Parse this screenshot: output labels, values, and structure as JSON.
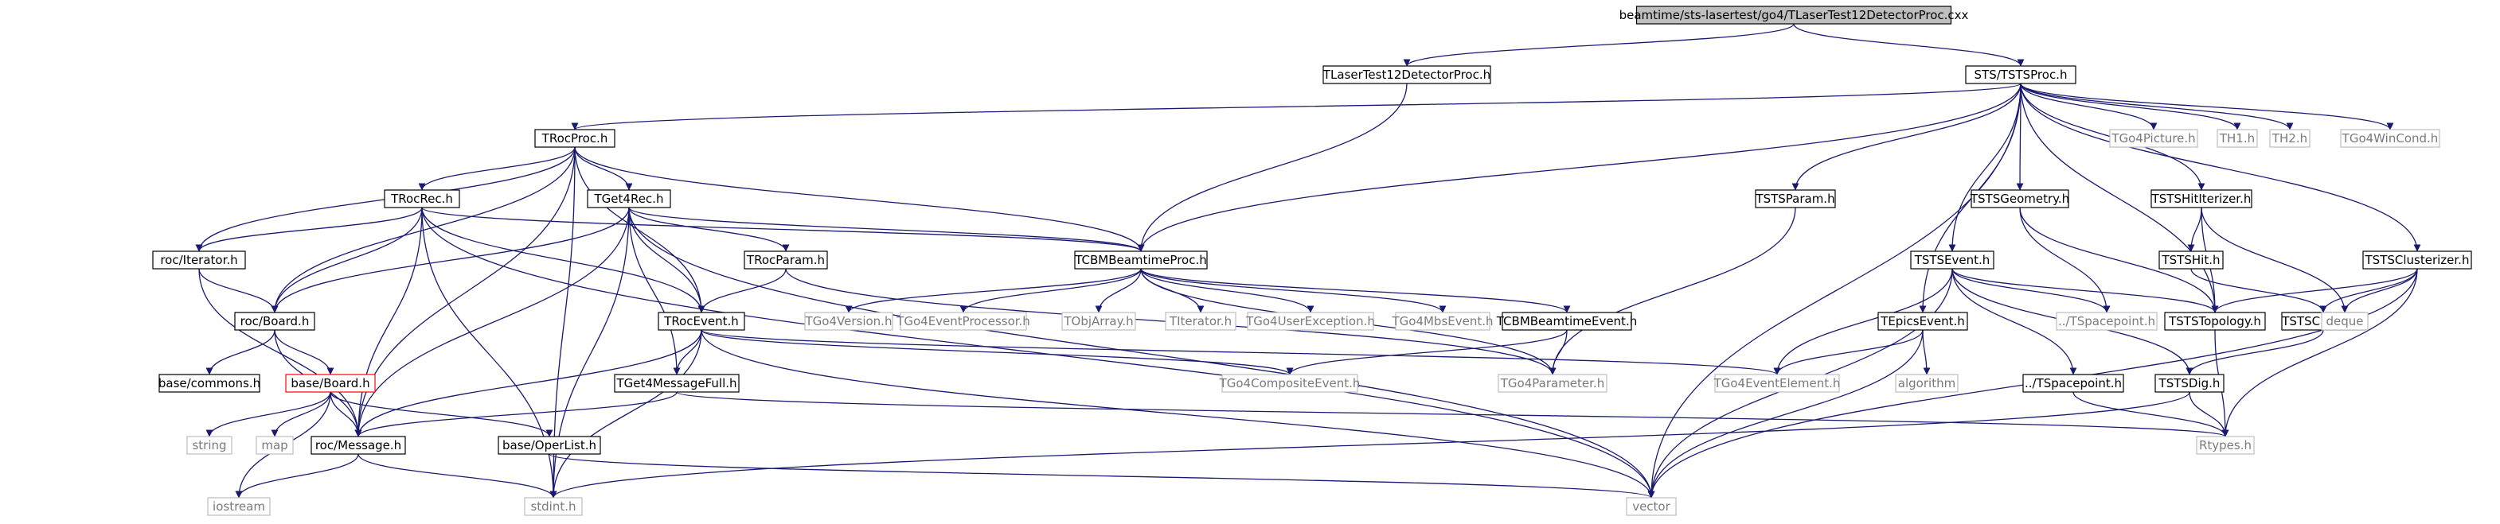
{
  "graph": {
    "colors": {
      "edge": "#191970",
      "main_fill": "#bfbfbf",
      "border": "#000000",
      "external_border": "#bfbfbf",
      "external_text": "#7a7a7a",
      "highlight_border": "#ff0000"
    },
    "nodes": [
      {
        "id": "main",
        "label": "beamtime/sts-lasertest/go4/TLaserTest12DetectorProc.cxx",
        "kind": "main"
      },
      {
        "id": "tlaser_h",
        "label": "TLaserTest12DetectorProc.h",
        "kind": "normal"
      },
      {
        "id": "stsproc_h",
        "label": "STS/TSTSProc.h",
        "kind": "normal"
      },
      {
        "id": "trocproc_h",
        "label": "TRocProc.h",
        "kind": "normal"
      },
      {
        "id": "trocrec_h",
        "label": "TRocRec.h",
        "kind": "normal"
      },
      {
        "id": "tget4rec_h",
        "label": "TGet4Rec.h",
        "kind": "normal"
      },
      {
        "id": "rociter_h",
        "label": "roc/Iterator.h",
        "kind": "normal"
      },
      {
        "id": "rocboard_h",
        "label": "roc/Board.h",
        "kind": "normal"
      },
      {
        "id": "basecommons_h",
        "label": "base/commons.h",
        "kind": "normal"
      },
      {
        "id": "baseboard_h",
        "label": "base/Board.h",
        "kind": "red"
      },
      {
        "id": "string",
        "label": "string",
        "kind": "external"
      },
      {
        "id": "map",
        "label": "map",
        "kind": "external"
      },
      {
        "id": "iostream",
        "label": "iostream",
        "kind": "external"
      },
      {
        "id": "rocmsg_h",
        "label": "roc/Message.h",
        "kind": "normal"
      },
      {
        "id": "baseoperlist_h",
        "label": "base/OperList.h",
        "kind": "normal"
      },
      {
        "id": "stdint_h",
        "label": "stdint.h",
        "kind": "external"
      },
      {
        "id": "trocparam_h",
        "label": "TRocParam.h",
        "kind": "normal"
      },
      {
        "id": "trocevent_h",
        "label": "TRocEvent.h",
        "kind": "normal"
      },
      {
        "id": "tget4msgfull_h",
        "label": "TGet4MessageFull.h",
        "kind": "normal"
      },
      {
        "id": "tcbmproc_h",
        "label": "TCBMBeamtimeProc.h",
        "kind": "normal"
      },
      {
        "id": "tgo4version_h",
        "label": "TGo4Version.h",
        "kind": "external"
      },
      {
        "id": "tgo4eventproc_h",
        "label": "TGo4EventProcessor.h",
        "kind": "external"
      },
      {
        "id": "tobjarray_h",
        "label": "TObjArray.h",
        "kind": "external"
      },
      {
        "id": "titerator_h",
        "label": "TIterator.h",
        "kind": "external"
      },
      {
        "id": "tgo4userexc_h",
        "label": "TGo4UserException.h",
        "kind": "external"
      },
      {
        "id": "tgo4mbsevent_h",
        "label": "TGo4MbsEvent.h",
        "kind": "external"
      },
      {
        "id": "tcbmevent_h",
        "label": "TCBMBeamtimeEvent.h",
        "kind": "normal"
      },
      {
        "id": "tgo4compevent_h",
        "label": "TGo4CompositeEvent.h",
        "kind": "external"
      },
      {
        "id": "tgo4param_h",
        "label": "TGo4Parameter.h",
        "kind": "external"
      },
      {
        "id": "tgo4evelem_h",
        "label": "TGo4EventElement.h",
        "kind": "external"
      },
      {
        "id": "vector",
        "label": "vector",
        "kind": "external"
      },
      {
        "id": "tstsparam_h",
        "label": "TSTSParam.h",
        "kind": "normal"
      },
      {
        "id": "tstsevent_h",
        "label": "TSTSEvent.h",
        "kind": "normal"
      },
      {
        "id": "tepicsevent_h",
        "label": "TEpicsEvent.h",
        "kind": "normal"
      },
      {
        "id": "algorithm",
        "label": "algorithm",
        "kind": "external"
      },
      {
        "id": "tspacepoint1_h",
        "label": "../TSpacepoint.h",
        "kind": "external"
      },
      {
        "id": "tspacepoint2_h",
        "label": "../TSpacepoint.h",
        "kind": "normal"
      },
      {
        "id": "tstsgeom_h",
        "label": "TSTSGeometry.h",
        "kind": "normal"
      },
      {
        "id": "tstshititer_h",
        "label": "TSTSHitIterizer.h",
        "kind": "normal"
      },
      {
        "id": "tstshit_h",
        "label": "TSTSHit.h",
        "kind": "normal"
      },
      {
        "id": "tststopo_h",
        "label": "TSTSTopology.h",
        "kind": "normal"
      },
      {
        "id": "tstscluster_h",
        "label": "TSTSCluster.h",
        "kind": "normal"
      },
      {
        "id": "tstsdig_h",
        "label": "TSTSDig.h",
        "kind": "normal"
      },
      {
        "id": "rttypes_h",
        "label": "Rtypes.h",
        "kind": "external"
      },
      {
        "id": "tstsclusterizer_h",
        "label": "TSTSClusterizer.h",
        "kind": "normal"
      },
      {
        "id": "deque",
        "label": "deque",
        "kind": "external"
      },
      {
        "id": "tgo4picture_h",
        "label": "TGo4Picture.h",
        "kind": "external"
      },
      {
        "id": "th1_h",
        "label": "TH1.h",
        "kind": "external"
      },
      {
        "id": "th2_h",
        "label": "TH2.h",
        "kind": "external"
      },
      {
        "id": "tgo4wincond_h",
        "label": "TGo4WinCond.h",
        "kind": "external"
      }
    ],
    "edges": [
      [
        "main",
        "tlaser_h"
      ],
      [
        "main",
        "stsproc_h"
      ],
      [
        "tlaser_h",
        "tcbmproc_h"
      ],
      [
        "stsproc_h",
        "trocproc_h"
      ],
      [
        "stsproc_h",
        "tcbmproc_h"
      ],
      [
        "stsproc_h",
        "tstsparam_h"
      ],
      [
        "stsproc_h",
        "tstsevent_h"
      ],
      [
        "stsproc_h",
        "tepicsevent_h"
      ],
      [
        "stsproc_h",
        "tstsgeom_h"
      ],
      [
        "stsproc_h",
        "tstshititer_h"
      ],
      [
        "stsproc_h",
        "tststopo_h"
      ],
      [
        "stsproc_h",
        "tstsclusterizer_h"
      ],
      [
        "stsproc_h",
        "tgo4picture_h"
      ],
      [
        "stsproc_h",
        "th1_h"
      ],
      [
        "stsproc_h",
        "th2_h"
      ],
      [
        "stsproc_h",
        "tgo4wincond_h"
      ],
      [
        "stsproc_h",
        "vector"
      ],
      [
        "trocproc_h",
        "trocrec_h"
      ],
      [
        "trocproc_h",
        "tget4rec_h"
      ],
      [
        "trocproc_h",
        "rociter_h"
      ],
      [
        "trocproc_h",
        "rocboard_h"
      ],
      [
        "trocproc_h",
        "rocmsg_h"
      ],
      [
        "trocproc_h",
        "stdint_h"
      ],
      [
        "trocproc_h",
        "trocevent_h"
      ],
      [
        "trocproc_h",
        "tcbmproc_h"
      ],
      [
        "trocrec_h",
        "rociter_h"
      ],
      [
        "trocrec_h",
        "rocboard_h"
      ],
      [
        "trocrec_h",
        "rocmsg_h"
      ],
      [
        "trocrec_h",
        "stdint_h"
      ],
      [
        "trocrec_h",
        "vector"
      ],
      [
        "trocrec_h",
        "trocevent_h"
      ],
      [
        "trocrec_h",
        "tcbmproc_h"
      ],
      [
        "tget4rec_h",
        "rocboard_h"
      ],
      [
        "tget4rec_h",
        "rocmsg_h"
      ],
      [
        "tget4rec_h",
        "stdint_h"
      ],
      [
        "tget4rec_h",
        "trocevent_h"
      ],
      [
        "tget4rec_h",
        "tget4msgfull_h"
      ],
      [
        "tget4rec_h",
        "trocparam_h"
      ],
      [
        "tget4rec_h",
        "tcbmproc_h"
      ],
      [
        "tget4rec_h",
        "vector"
      ],
      [
        "rociter_h",
        "rocboard_h"
      ],
      [
        "rociter_h",
        "rocmsg_h"
      ],
      [
        "rocboard_h",
        "basecommons_h"
      ],
      [
        "rocboard_h",
        "baseboard_h"
      ],
      [
        "rocboard_h",
        "rocmsg_h"
      ],
      [
        "baseboard_h",
        "string"
      ],
      [
        "baseboard_h",
        "map"
      ],
      [
        "baseboard_h",
        "iostream"
      ],
      [
        "baseboard_h",
        "rocmsg_h"
      ],
      [
        "baseboard_h",
        "baseoperlist_h"
      ],
      [
        "rocmsg_h",
        "iostream"
      ],
      [
        "rocmsg_h",
        "stdint_h"
      ],
      [
        "baseoperlist_h",
        "vector"
      ],
      [
        "trocparam_h",
        "trocevent_h"
      ],
      [
        "trocparam_h",
        "tgo4param_h"
      ],
      [
        "trocevent_h",
        "tget4msgfull_h"
      ],
      [
        "trocevent_h",
        "rocmsg_h"
      ],
      [
        "trocevent_h",
        "stdint_h"
      ],
      [
        "trocevent_h",
        "vector"
      ],
      [
        "trocevent_h",
        "tgo4compevent_h"
      ],
      [
        "trocevent_h",
        "tgo4evelem_h"
      ],
      [
        "tget4msgfull_h",
        "rocmsg_h"
      ],
      [
        "tget4msgfull_h",
        "rttypes_h"
      ],
      [
        "tcbmproc_h",
        "tgo4version_h"
      ],
      [
        "tcbmproc_h",
        "tgo4eventproc_h"
      ],
      [
        "tcbmproc_h",
        "tobjarray_h"
      ],
      [
        "tcbmproc_h",
        "titerator_h"
      ],
      [
        "tcbmproc_h",
        "tgo4userexc_h"
      ],
      [
        "tcbmproc_h",
        "tgo4mbsevent_h"
      ],
      [
        "tcbmproc_h",
        "tcbmevent_h"
      ],
      [
        "tcbmproc_h",
        "tgo4param_h"
      ],
      [
        "tcbmevent_h",
        "tgo4compevent_h"
      ],
      [
        "tcbmevent_h",
        "tgo4param_h"
      ],
      [
        "tstsparam_h",
        "tgo4param_h"
      ],
      [
        "tstsevent_h",
        "tgo4evelem_h"
      ],
      [
        "tstsevent_h",
        "vector"
      ],
      [
        "tstsevent_h",
        "tspacepoint1_h"
      ],
      [
        "tstsevent_h",
        "tststopo_h"
      ],
      [
        "tstsevent_h",
        "tspacepoint2_h"
      ],
      [
        "tstsevent_h",
        "tstsdig_h"
      ],
      [
        "tepicsevent_h",
        "tgo4evelem_h"
      ],
      [
        "tepicsevent_h",
        "algorithm"
      ],
      [
        "tepicsevent_h",
        "vector"
      ],
      [
        "tspacepoint2_h",
        "rttypes_h"
      ],
      [
        "tstsgeom_h",
        "tspacepoint1_h"
      ],
      [
        "tstsgeom_h",
        "tststopo_h"
      ],
      [
        "tstshititer_h",
        "tstshit_h"
      ],
      [
        "tstshititer_h",
        "tststopo_h"
      ],
      [
        "tstshititer_h",
        "deque"
      ],
      [
        "tstshit_h",
        "tstscluster_h"
      ],
      [
        "tststopo_h",
        "rttypes_h"
      ],
      [
        "tstscluster_h",
        "tstsdig_h"
      ],
      [
        "tstsdig_h",
        "rttypes_h"
      ],
      [
        "tstsdig_h",
        "stdint_h"
      ],
      [
        "tstsclusterizer_h",
        "tststopo_h"
      ],
      [
        "tstsclusterizer_h",
        "tstscluster_h"
      ],
      [
        "tstsclusterizer_h",
        "deque"
      ],
      [
        "tstsclusterizer_h",
        "rttypes_h"
      ],
      [
        "tstsclusterizer_h",
        "vector"
      ]
    ]
  }
}
